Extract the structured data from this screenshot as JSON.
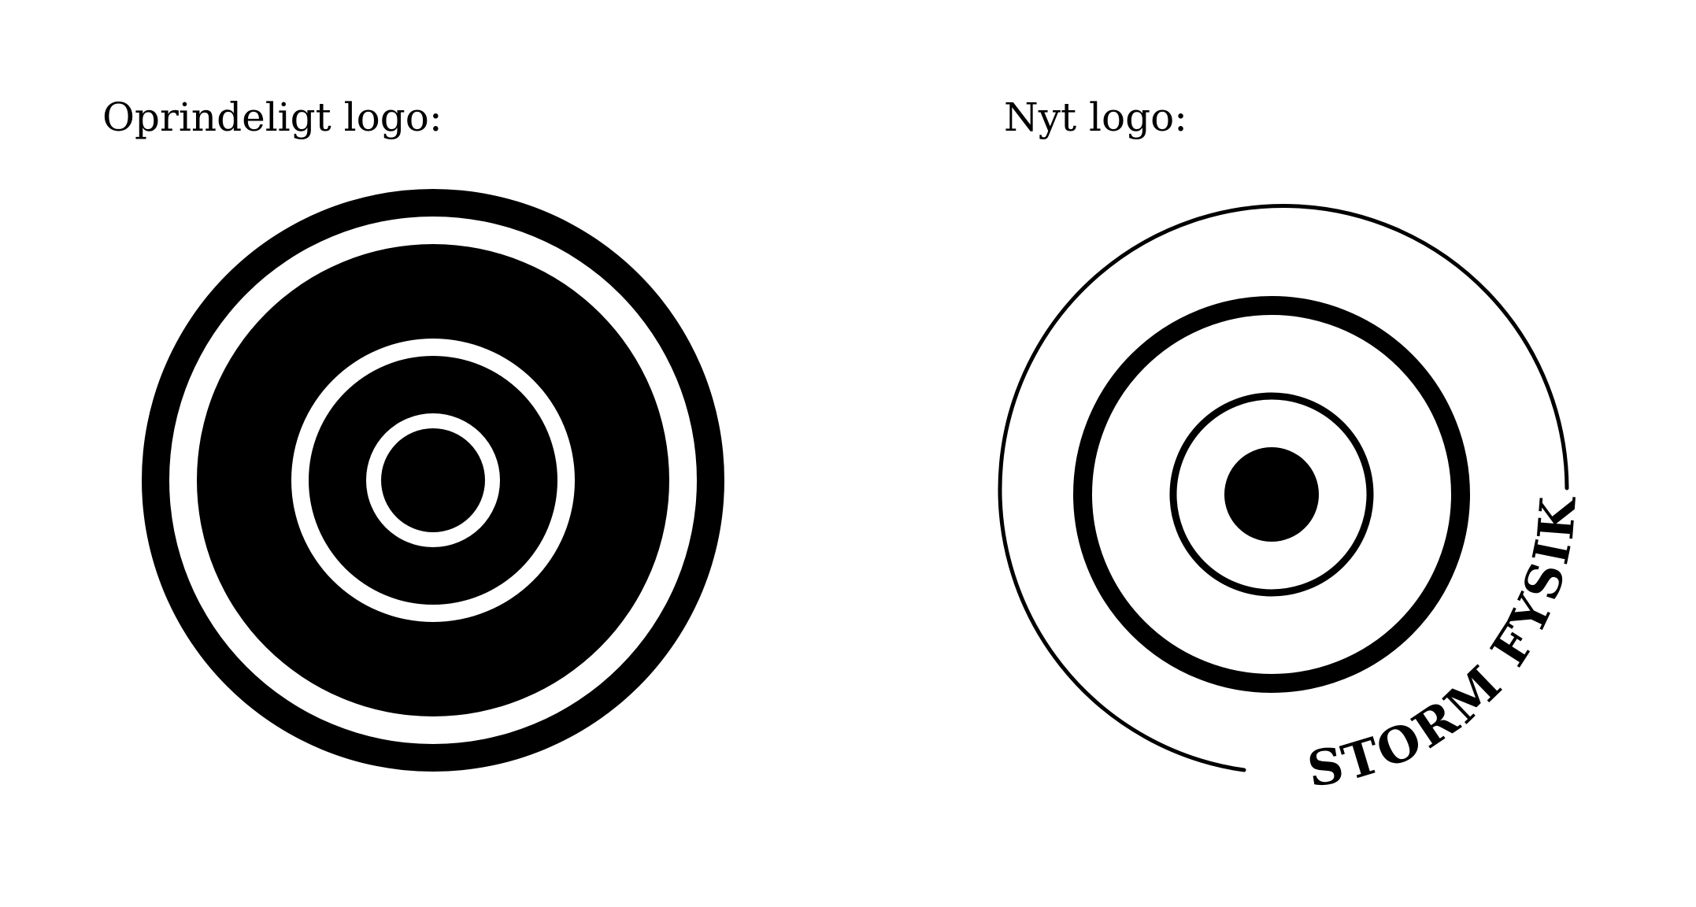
{
  "captions": {
    "original": "Oprindeligt logo:",
    "new": "Nyt logo:"
  },
  "logos": {
    "original": {
      "description_colors": {
        "fill": "#000000",
        "background": "#ffffff"
      }
    },
    "new": {
      "text": "STORM FYSIK",
      "colors": {
        "stroke": "#000000",
        "background": "#ffffff"
      }
    }
  }
}
